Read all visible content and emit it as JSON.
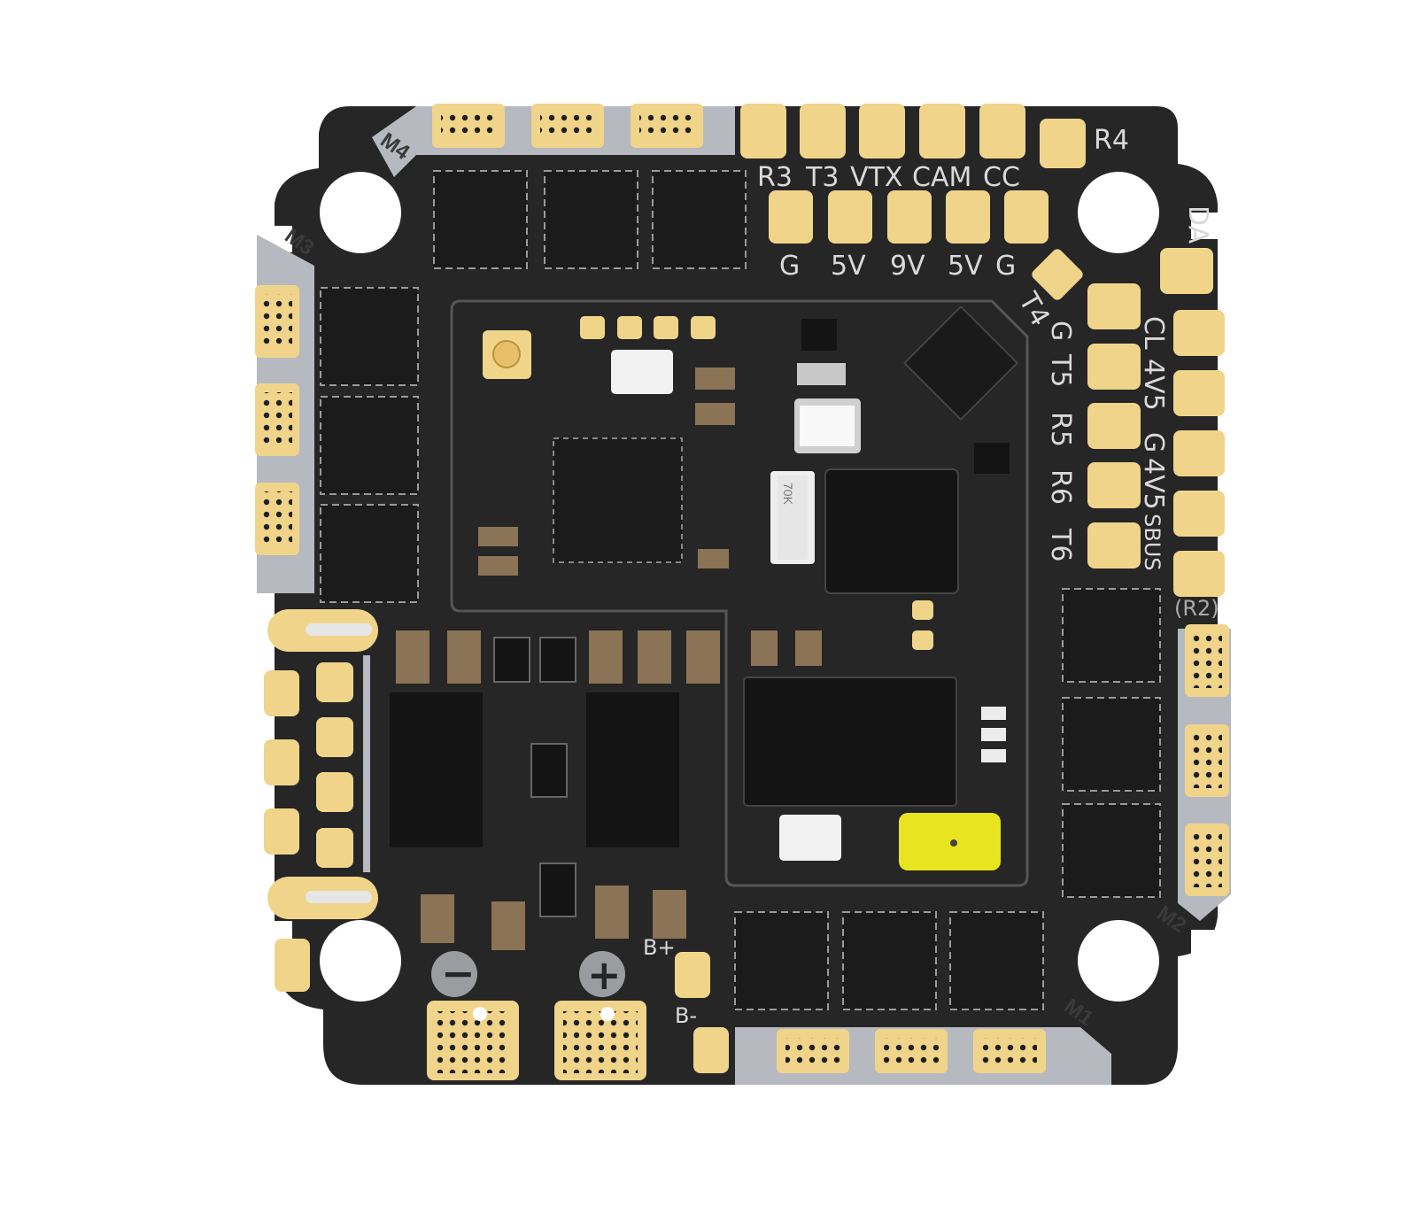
{
  "board": {
    "colors": {
      "background": "#ffffff",
      "pcb": "#262626",
      "gold": "#f0d48a",
      "silver": "#b6b9bf",
      "chip": "#1b1b1b",
      "silkscreen": "#d9d9d9",
      "yellow_component": "#e8e520"
    },
    "motor_labels": {
      "m1": "M1",
      "m2": "M2",
      "m3": "M3",
      "m4": "M4"
    },
    "top_pad_labels": [
      "R3",
      "T3",
      "VTX",
      "CAM",
      "CC"
    ],
    "top_pad_label_r4": "R4",
    "second_row_labels": [
      "G",
      "5V",
      "9V",
      "5V",
      "G"
    ],
    "diagonal_label_t4": "T4",
    "right_column_inner_labels": [
      "G",
      "T5",
      "R5",
      "R6",
      "T6"
    ],
    "right_column_outer_labels": [
      "DA",
      "CL",
      "4V5",
      "G",
      "4V5",
      "SBUS"
    ],
    "right_r2_label": "(R2)",
    "power_labels": {
      "negative_symbol": "−",
      "positive_symbol": "+",
      "b_plus": "B+",
      "b_minus": "B-"
    },
    "resistor_marking": "70K"
  }
}
